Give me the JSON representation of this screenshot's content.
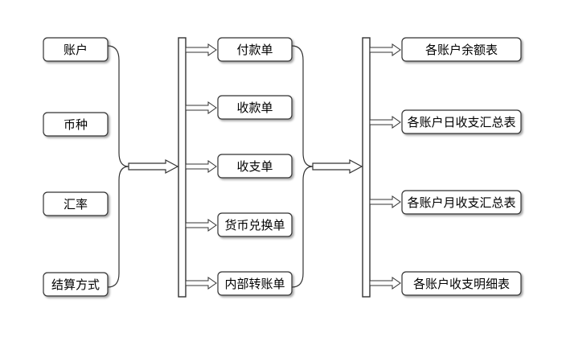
{
  "inputs": [
    "账户",
    "币种",
    "汇率",
    "结算方式"
  ],
  "documents": [
    "付款单",
    "收款单",
    "收支单",
    "货币兑换单",
    "内部转账单"
  ],
  "reports": [
    "各账户余额表",
    "各账户日收支汇总表",
    "各账户月收支汇总表",
    "各账户收支明细表"
  ]
}
